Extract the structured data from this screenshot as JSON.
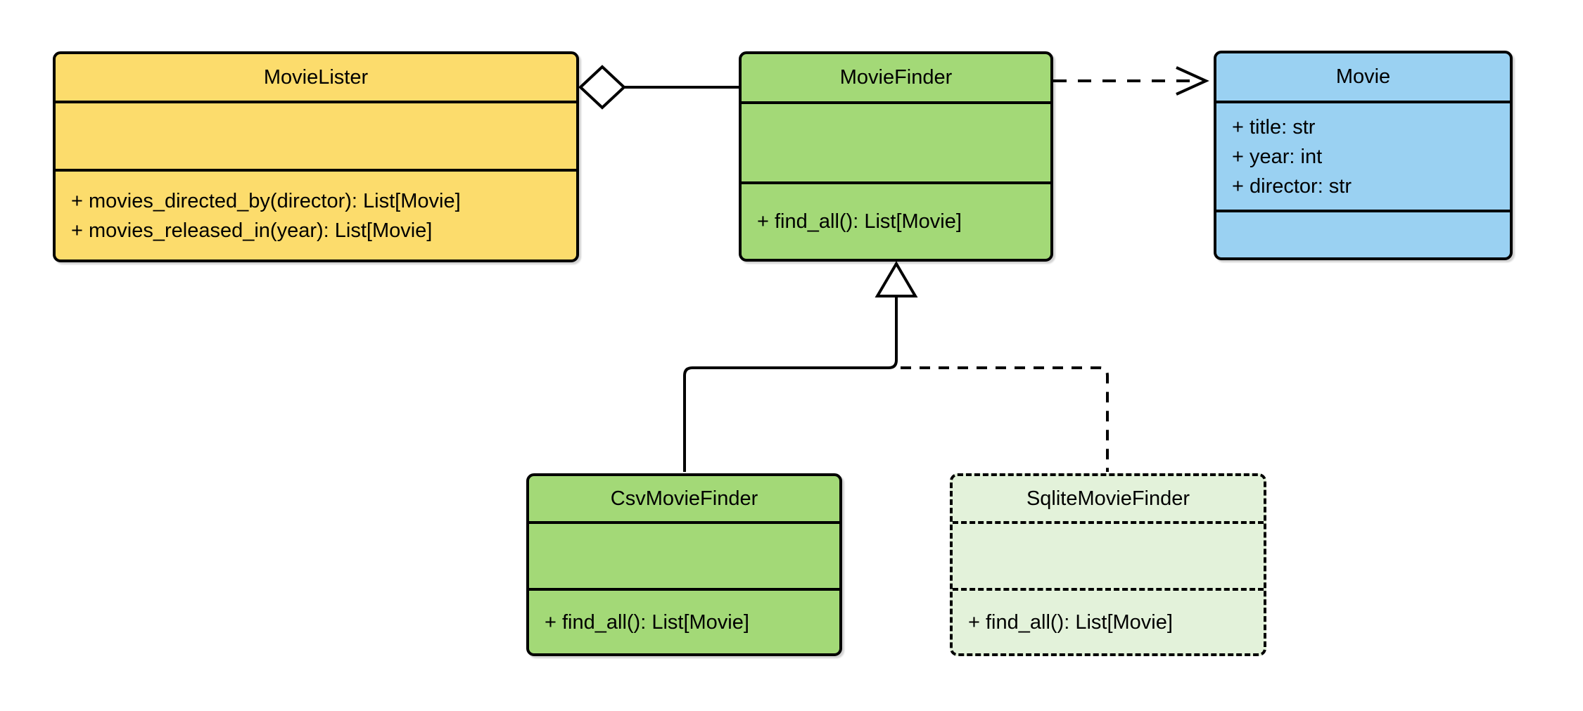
{
  "classes": {
    "movie_lister": {
      "name": "MovieLister",
      "attributes": [],
      "methods": [
        "+ movies_directed_by(director): List[Movie]",
        "+ movies_released_in(year): List[Movie]"
      ]
    },
    "movie_finder": {
      "name": "MovieFinder",
      "attributes": [],
      "methods": [
        "+ find_all(): List[Movie]"
      ]
    },
    "movie": {
      "name": "Movie",
      "attributes": [
        "+ title: str",
        "+ year: int",
        "+ director: str"
      ],
      "methods": []
    },
    "csv_movie_finder": {
      "name": "CsvMovieFinder",
      "attributes": [],
      "methods": [
        "+ find_all(): List[Movie]"
      ]
    },
    "sqlite_movie_finder": {
      "name": "SqliteMovieFinder",
      "attributes": [],
      "methods": [
        "+ find_all(): List[Movie]"
      ]
    }
  },
  "relationships": [
    {
      "type": "aggregation",
      "from": "MovieLister",
      "to": "MovieFinder",
      "line": "solid",
      "marker": "hollow-diamond"
    },
    {
      "type": "dependency",
      "from": "MovieFinder",
      "to": "Movie",
      "line": "dashed",
      "marker": "open-arrow"
    },
    {
      "type": "generalization",
      "from": "CsvMovieFinder",
      "to": "MovieFinder",
      "line": "solid",
      "marker": "hollow-triangle"
    },
    {
      "type": "generalization",
      "from": "SqliteMovieFinder",
      "to": "MovieFinder",
      "line": "dashed",
      "marker": "hollow-triangle"
    }
  ],
  "colors": {
    "yellow_fill": "#FCDC6C",
    "green_fill": "#A3D977",
    "blue_fill": "#9AD1F2",
    "light_green_fill": "#E3F2DA",
    "line": "#000000"
  }
}
